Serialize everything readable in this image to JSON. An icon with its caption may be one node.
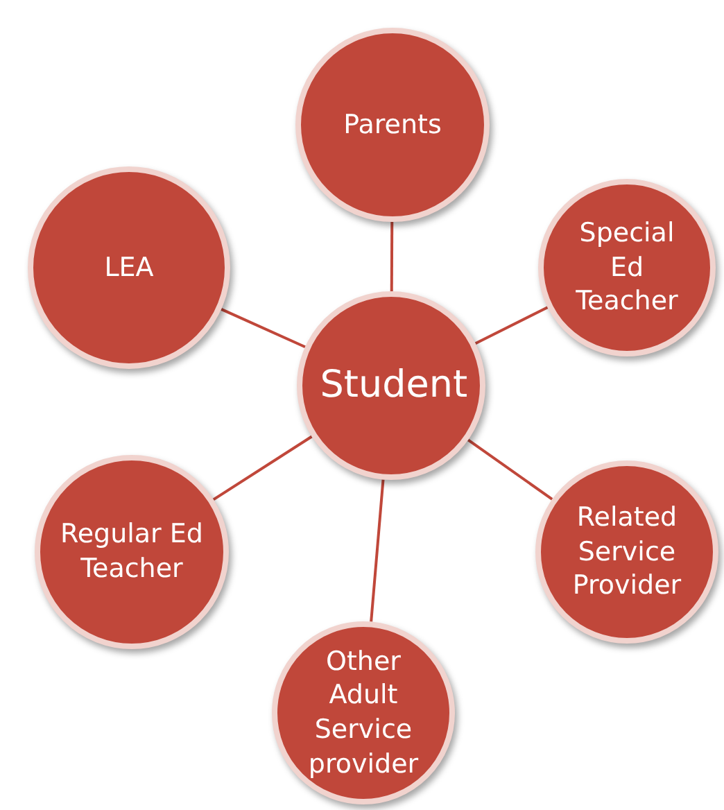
{
  "diagram": {
    "nodes": [
      {
        "text": [
          "Student"
        ]
      },
      {
        "text": [
          "Parents"
        ]
      },
      {
        "text": [
          "Special Ed Teacher"
        ]
      },
      {
        "text": [
          "Related Service Provider"
        ]
      },
      {
        "text": [
          "Other Adult Service provider"
        ]
      },
      {
        "text": [
          "Regular Ed Teacher"
        ]
      },
      {
        "text": [
          "LEA"
        ]
      }
    ],
    "edges": [
      {
        "from": 0,
        "to": 1,
        "arrow": "none"
      },
      {
        "from": 0,
        "to": 2,
        "arrow": "none"
      },
      {
        "from": 0,
        "to": 3,
        "arrow": "none"
      },
      {
        "from": 0,
        "to": 4,
        "arrow": "none"
      },
      {
        "from": 0,
        "to": 5,
        "arrow": "none"
      },
      {
        "from": 0,
        "to": 6,
        "arrow": "none"
      }
    ]
  }
}
